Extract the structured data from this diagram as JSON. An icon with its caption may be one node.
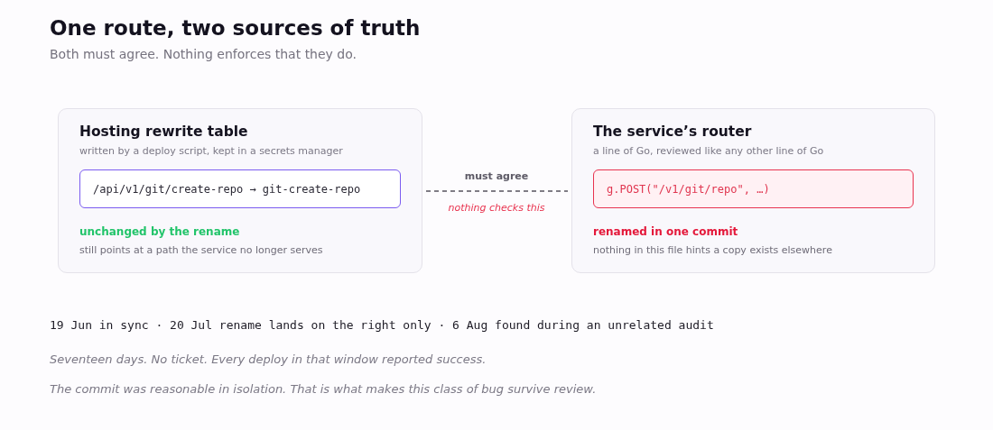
{
  "diagram": {
    "title": "One route, two sources of truth",
    "nodes": [
      {
        "text": [
          "Hosting rewrite table",
          "written by a deploy script, kept in a secrets manager",
          "unchanged by the rename",
          "still points at a path the service no longer serves"
        ]
      },
      {
        "text": [
          "/api/v1/git/create-repo → git-create-repo"
        ],
        "in": 0
      },
      {
        "text": [
          "The service’s router",
          "a line of Go, reviewed like any other line of Go",
          "renamed in one commit",
          "nothing in this file hints a copy exists elsewhere"
        ]
      },
      {
        "text": [
          "g.POST(\"/v1/git/repo\", …)"
        ],
        "in": 2
      }
    ],
    "edges": [
      {
        "from": 0,
        "to": 2,
        "arrow": "none",
        "style": "dashed",
        "label": "must agree"
      }
    ],
    "labels": [
      "Both must agree. Nothing enforces that they do.",
      "nothing checks this",
      "19 Jun in sync · 20 Jul rename lands on the right only · 6 Aug found during an unrelated audit",
      "Seventeen days. No ticket. Every deploy in that window reported success.",
      "The commit was reasonable in isolation. That is what makes this class of bug survive review."
    ]
  }
}
